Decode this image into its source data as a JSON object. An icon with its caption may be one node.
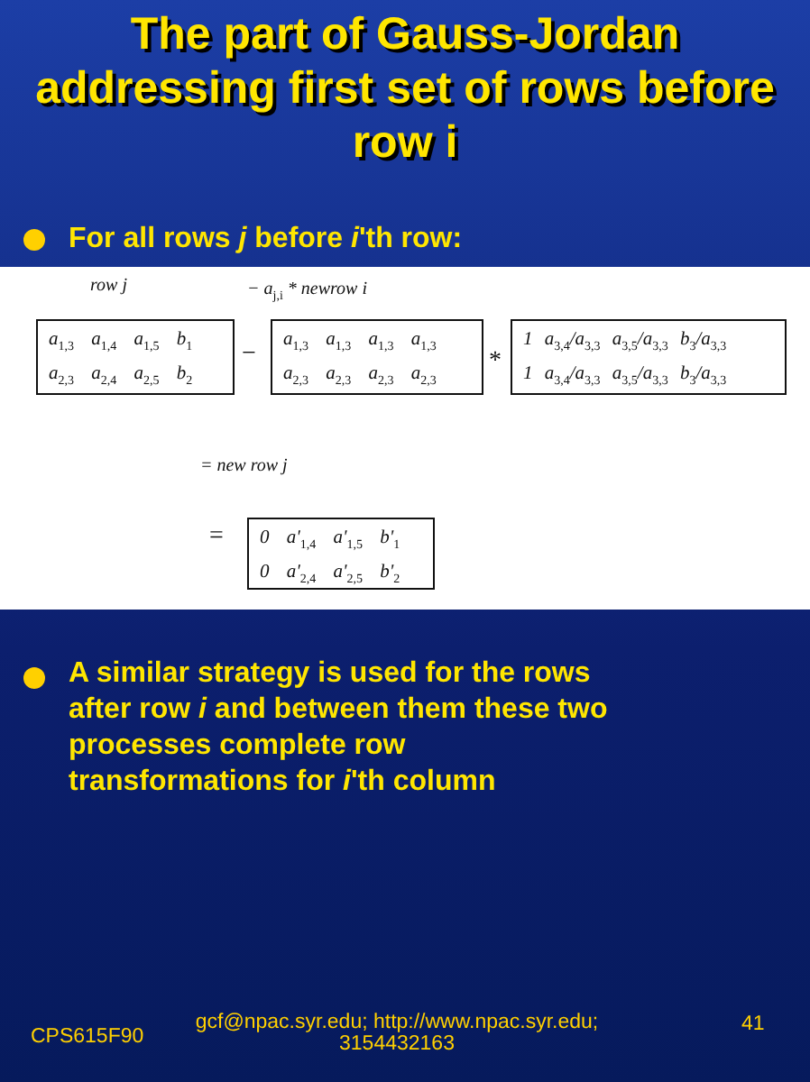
{
  "diagram": {
    "title": "The part of Gauss-Jordan addressing first set of rows before row i",
    "nodes": [
      {
        "text": [
          "a$_{1,3}$ a$_{1,4}$ a$_{1,5}$ b$_{1}$",
          "a$_{2,3}$ a$_{2,4}$ a$_{2,5}$ b$_{2}$"
        ]
      },
      {
        "text": [
          "a$_{1,3}$ a$_{1,3}$ a$_{1,3}$ a$_{1,3}$",
          "a$_{2,3}$ a$_{2,3}$ a$_{2,3}$ a$_{2,3}$"
        ]
      },
      {
        "text": [
          "1 a$_{3,4}$/a$_{3,3}$ a$_{3,5}$/a$_{3,3}$ b$_{3}$/a$_{3,3}$",
          "1 a$_{3,4}$/a$_{3,3}$ a$_{3,5}$/a$_{3,3}$ b$_{3}$/a$_{3,3}$"
        ]
      },
      {
        "text": [
          "0 a'$_{1,4}$ a'$_{1,5}$ b'$_{1}$",
          "0 a'$_{2,4}$ a'$_{2,5}$ b'$_{2}$"
        ]
      }
    ],
    "labels": [
      "For all rows *j* before *i*'th row:",
      "row j",
      "− a$_{j,i}$ * newrow i",
      "−",
      "*",
      "= new row j",
      "=",
      "A similar strategy is used for the rows after row *i* and between them these two processes complete row transformations for *i*'th column",
      "CPS615F90",
      "gcf@npac.syr.edu; http://www.npac.syr.edu; 3154432163",
      "41"
    ]
  }
}
